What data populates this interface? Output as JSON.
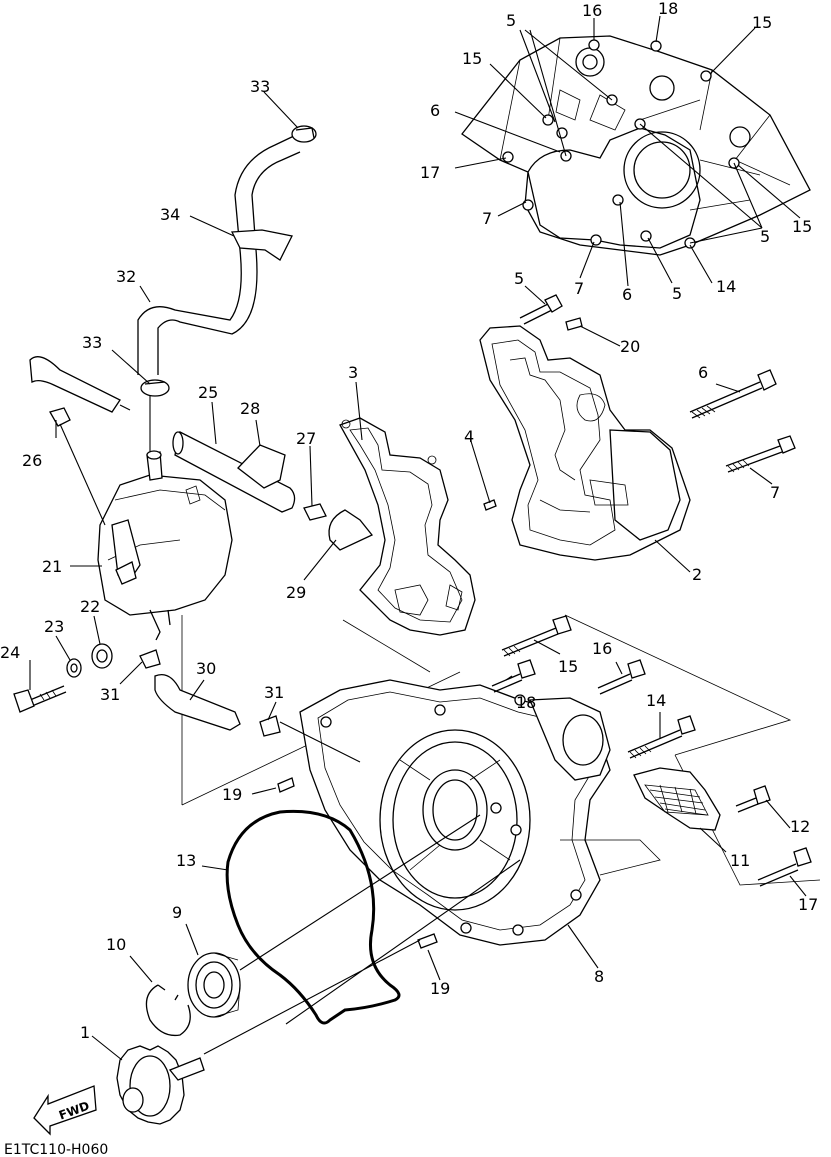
{
  "diagram_code": "E1TC110-H060",
  "fwd_label": "FWD",
  "callouts": {
    "c1": "1",
    "c2": "2",
    "c3": "3",
    "c4": "4",
    "c5a": "5",
    "c5b": "5",
    "c5c": "5",
    "c5d": "5",
    "c6a": "6",
    "c6b": "6",
    "c6c": "6",
    "c7a": "7",
    "c7b": "7",
    "c7c": "7",
    "c8": "8",
    "c9": "9",
    "c10": "10",
    "c11": "11",
    "c12": "12",
    "c13": "13",
    "c14a": "14",
    "c14b": "14",
    "c15a": "15",
    "c15b": "15",
    "c15c": "15",
    "c15d": "15",
    "c16a": "16",
    "c16b": "16",
    "c17a": "17",
    "c17b": "17",
    "c18a": "18",
    "c18b": "18",
    "c19a": "19",
    "c19b": "19",
    "c20": "20",
    "c21": "21",
    "c22": "22",
    "c23": "23",
    "c24": "24",
    "c25": "25",
    "c26": "26",
    "c27": "27",
    "c28": "28",
    "c29": "29",
    "c30": "30",
    "c31a": "31",
    "c31b": "31",
    "c32": "32",
    "c33a": "33",
    "c33b": "33",
    "c34": "34"
  }
}
